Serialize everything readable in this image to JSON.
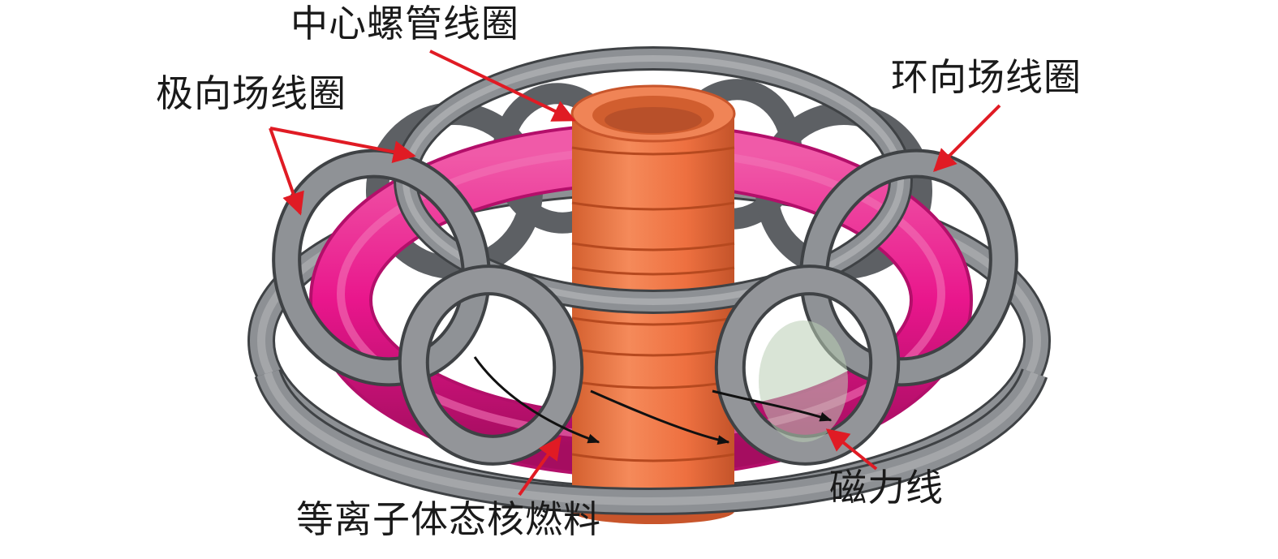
{
  "labels": {
    "central_solenoid": "中心螺管线圈",
    "poloidal_field_coil": "极向场线圈",
    "toroidal_field_coil": "环向场线圈",
    "magnetic_field_line": "磁力线",
    "plasma_fuel": "等离子体态核燃料"
  },
  "colors": {
    "coil": "#6b6e72",
    "coil_face": "#9a9c9f",
    "coil_edge": "#3f4245",
    "solenoid": "#ee7040",
    "solenoid_dark": "#c8552b",
    "plasma": "#e9168c",
    "plasma_dark": "#b30f6a",
    "arrow": "#e01b24",
    "field_line": "#111111"
  }
}
